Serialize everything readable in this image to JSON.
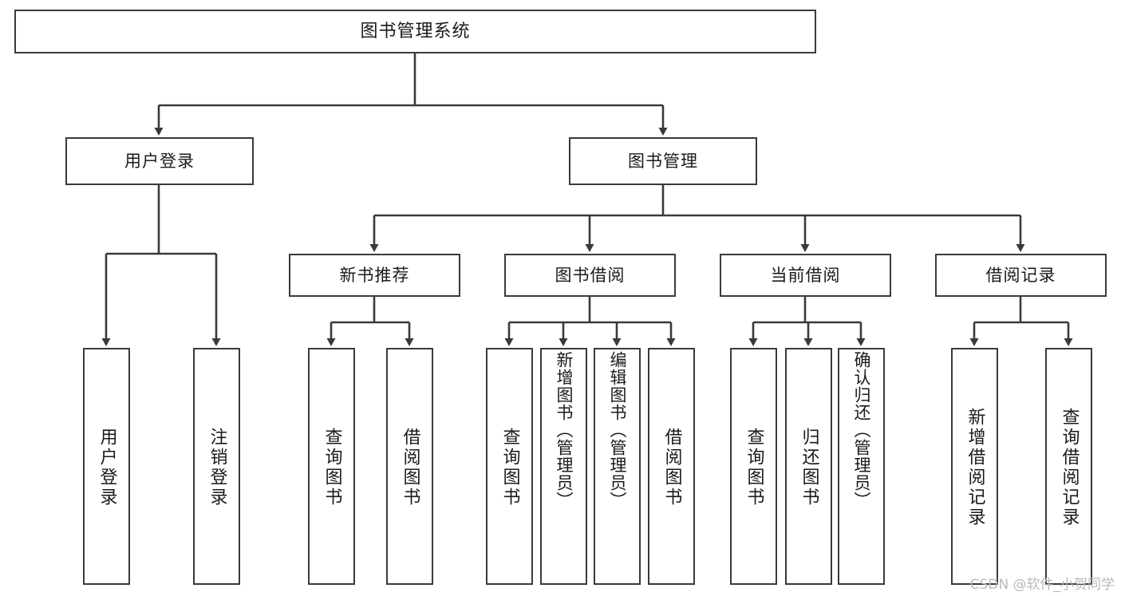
{
  "diagram": {
    "type": "tree-hierarchy-flowchart",
    "title": "图书管理系统",
    "orientation": "top-down",
    "line_color": "#3a3a3a",
    "box_fill": "#ffffff",
    "text_color": "#1a1a1a"
  },
  "nodes": {
    "root": {
      "label": "图书管理系统",
      "level": 0
    },
    "level1": [
      {
        "id": "user-login",
        "label": "用户登录"
      },
      {
        "id": "book-manage",
        "label": "图书管理"
      }
    ],
    "level2": [
      {
        "id": "new-book-rec",
        "label": "新书推荐",
        "parent": "book-manage"
      },
      {
        "id": "book-borrow",
        "label": "图书借阅",
        "parent": "book-manage"
      },
      {
        "id": "current-borrow",
        "label": "当前借阅",
        "parent": "book-manage"
      },
      {
        "id": "borrow-record",
        "label": "借阅记录",
        "parent": "book-manage"
      }
    ],
    "leaves": [
      {
        "id": "leaf-user-login",
        "label": "用户登录",
        "parent": "user-login"
      },
      {
        "id": "leaf-logout",
        "label": "注销登录",
        "parent": "user-login"
      },
      {
        "id": "leaf-query-book-1",
        "label": "查询图书",
        "parent": "new-book-rec"
      },
      {
        "id": "leaf-borrow-book-1",
        "label": "借阅图书",
        "parent": "new-book-rec"
      },
      {
        "id": "leaf-query-book-2",
        "label": "查询图书",
        "parent": "book-borrow"
      },
      {
        "id": "leaf-add-book",
        "label": "新增图书（管理员）",
        "parent": "book-borrow"
      },
      {
        "id": "leaf-edit-book",
        "label": "编辑图书（管理员）",
        "parent": "book-borrow"
      },
      {
        "id": "leaf-borrow-book-2",
        "label": "借阅图书",
        "parent": "book-borrow"
      },
      {
        "id": "leaf-query-book-3",
        "label": "查询图书",
        "parent": "current-borrow"
      },
      {
        "id": "leaf-return-book",
        "label": "归还图书",
        "parent": "current-borrow"
      },
      {
        "id": "leaf-confirm-return",
        "label": "确认归还（管理员）",
        "parent": "current-borrow"
      },
      {
        "id": "leaf-add-record",
        "label": "新增借阅记录",
        "parent": "borrow-record"
      },
      {
        "id": "leaf-query-record",
        "label": "查询借阅记录",
        "parent": "borrow-record"
      }
    ]
  },
  "watermark": {
    "text": "CSDN @软件_小贺同学"
  }
}
